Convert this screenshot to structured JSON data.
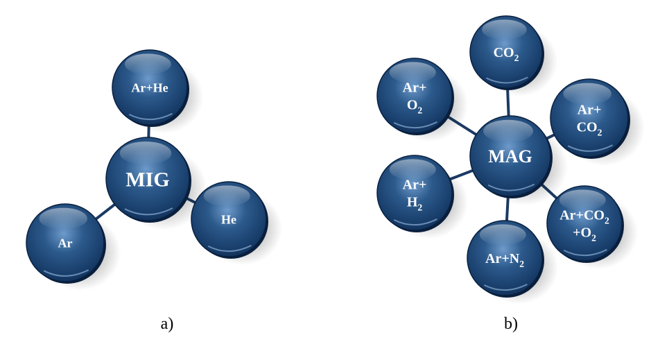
{
  "colors": {
    "sphere_dark": "#0f2c52",
    "sphere_mid": "#1f4d80",
    "sphere_light": "#5c8cc0",
    "highlight": "#ffffff",
    "connector": "#1b3a63",
    "label_text": "#ffffff",
    "caption_text": "#000000"
  },
  "diagram_a": {
    "caption": "a)",
    "center": {
      "id": "mig",
      "label": "MIG"
    },
    "nodes": [
      {
        "id": "ar-he",
        "parts": [
          [
            "Ar+He"
          ]
        ]
      },
      {
        "id": "ar",
        "parts": [
          [
            "Ar"
          ]
        ]
      },
      {
        "id": "he",
        "parts": [
          [
            "He"
          ]
        ]
      }
    ]
  },
  "diagram_b": {
    "caption": "b)",
    "center": {
      "id": "mag",
      "label": "MAG"
    },
    "nodes": [
      {
        "id": "co2",
        "parts": [
          [
            "CO",
            "2"
          ]
        ]
      },
      {
        "id": "ar-o2",
        "parts": [
          [
            "Ar+"
          ],
          [
            "O",
            "2"
          ]
        ]
      },
      {
        "id": "ar-co2",
        "parts": [
          [
            "Ar+"
          ],
          [
            "CO",
            "2"
          ]
        ]
      },
      {
        "id": "ar-h2",
        "parts": [
          [
            "Ar+"
          ],
          [
            "H",
            "2"
          ]
        ]
      },
      {
        "id": "ar-co2-o2",
        "parts": [
          [
            "Ar+CO",
            "2"
          ],
          [
            "+O",
            "2"
          ]
        ]
      },
      {
        "id": "ar-n2",
        "parts": [
          [
            "Ar+N",
            "2"
          ]
        ]
      }
    ]
  }
}
